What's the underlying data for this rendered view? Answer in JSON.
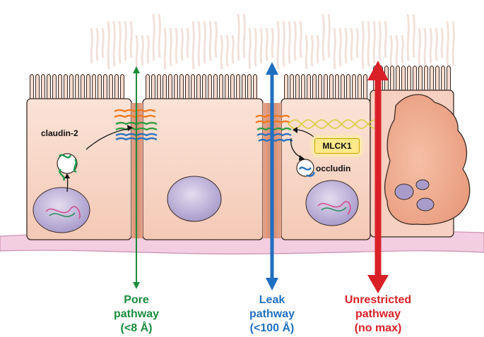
{
  "labels": {
    "claudin": "claudin-2",
    "occludin": "occludin",
    "mlck": "MLCK1"
  },
  "pathways": [
    {
      "id": "pore",
      "name": "Pore",
      "word": "pathway",
      "limit": "(<8 Å)",
      "color": "#1a8c3c"
    },
    {
      "id": "leak",
      "name": "Leak",
      "word": "pathway",
      "limit": "(<100 Å)",
      "color": "#1f6fc2"
    },
    {
      "id": "unrestricted",
      "name": "Unrestricted",
      "word": "pathway",
      "limit": "(no max)",
      "color": "#d92027"
    }
  ],
  "colors": {
    "cell_fill": "#f7d3c4",
    "cell_stroke": "#3a2a25",
    "basement": "#f2cde2",
    "nucleus": "#c6b7dd",
    "tj_orange": "#f07a1e",
    "tj_green": "#2e9a3f",
    "tj_blue": "#2a6fbd",
    "actin": "#d9d03a"
  }
}
